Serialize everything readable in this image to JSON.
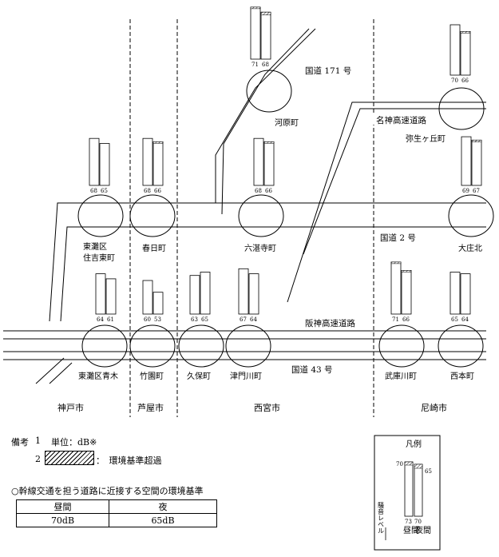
{
  "roads": {
    "route171": "国道 171 号",
    "meishin": "名神高速道路",
    "route2": "国道 2 号",
    "hanshin": "阪神高速道路",
    "route43": "国道 43 号"
  },
  "cities": [
    "神戸市",
    "芦屋市",
    "西宮市",
    "尼崎市"
  ],
  "sites": [
    {
      "name": "河原町",
      "day": "71",
      "night": "68"
    },
    {
      "name": "弥生ヶ丘町",
      "day": "70",
      "night": "66"
    },
    {
      "name": "東灘区住吉東町",
      "day": "68",
      "night": "65"
    },
    {
      "name": "春日町",
      "day": "68",
      "night": "66"
    },
    {
      "name": "六湛寺町",
      "day": "68",
      "night": "66"
    },
    {
      "name": "大庄北",
      "day": "69",
      "night": "67"
    },
    {
      "name": "東灘区青木",
      "day": "64",
      "night": "61"
    },
    {
      "name": "竹園町",
      "day": "60",
      "night": "53"
    },
    {
      "name": "久保町",
      "day": "63",
      "night": "65"
    },
    {
      "name": "津門川町",
      "day": "67",
      "night": "64"
    },
    {
      "name": "武庫川町",
      "day": "71",
      "night": "66"
    },
    {
      "name": "西本町",
      "day": "65",
      "night": "64"
    }
  ],
  "notes": {
    "label": "備考",
    "n1_num": "1",
    "n1_text": "単位：dB※",
    "n2_num": "2",
    "n2_text": "：　環境基準超過"
  },
  "standard": {
    "title": "○幹線交通を担う道路に近接する空間の環境基準",
    "headers": [
      "昼間",
      "夜"
    ],
    "values": [
      "70dB",
      "65dB"
    ]
  },
  "legend": {
    "title": "凡例",
    "axis_label": "騒音レベル",
    "day_top": "70",
    "night_top": "65",
    "day_value": "73",
    "night_value": "70",
    "day_label": "昼間",
    "night_label": "夜間"
  },
  "colors": {
    "line": "#000000",
    "bar_fill": "#ffffff"
  }
}
